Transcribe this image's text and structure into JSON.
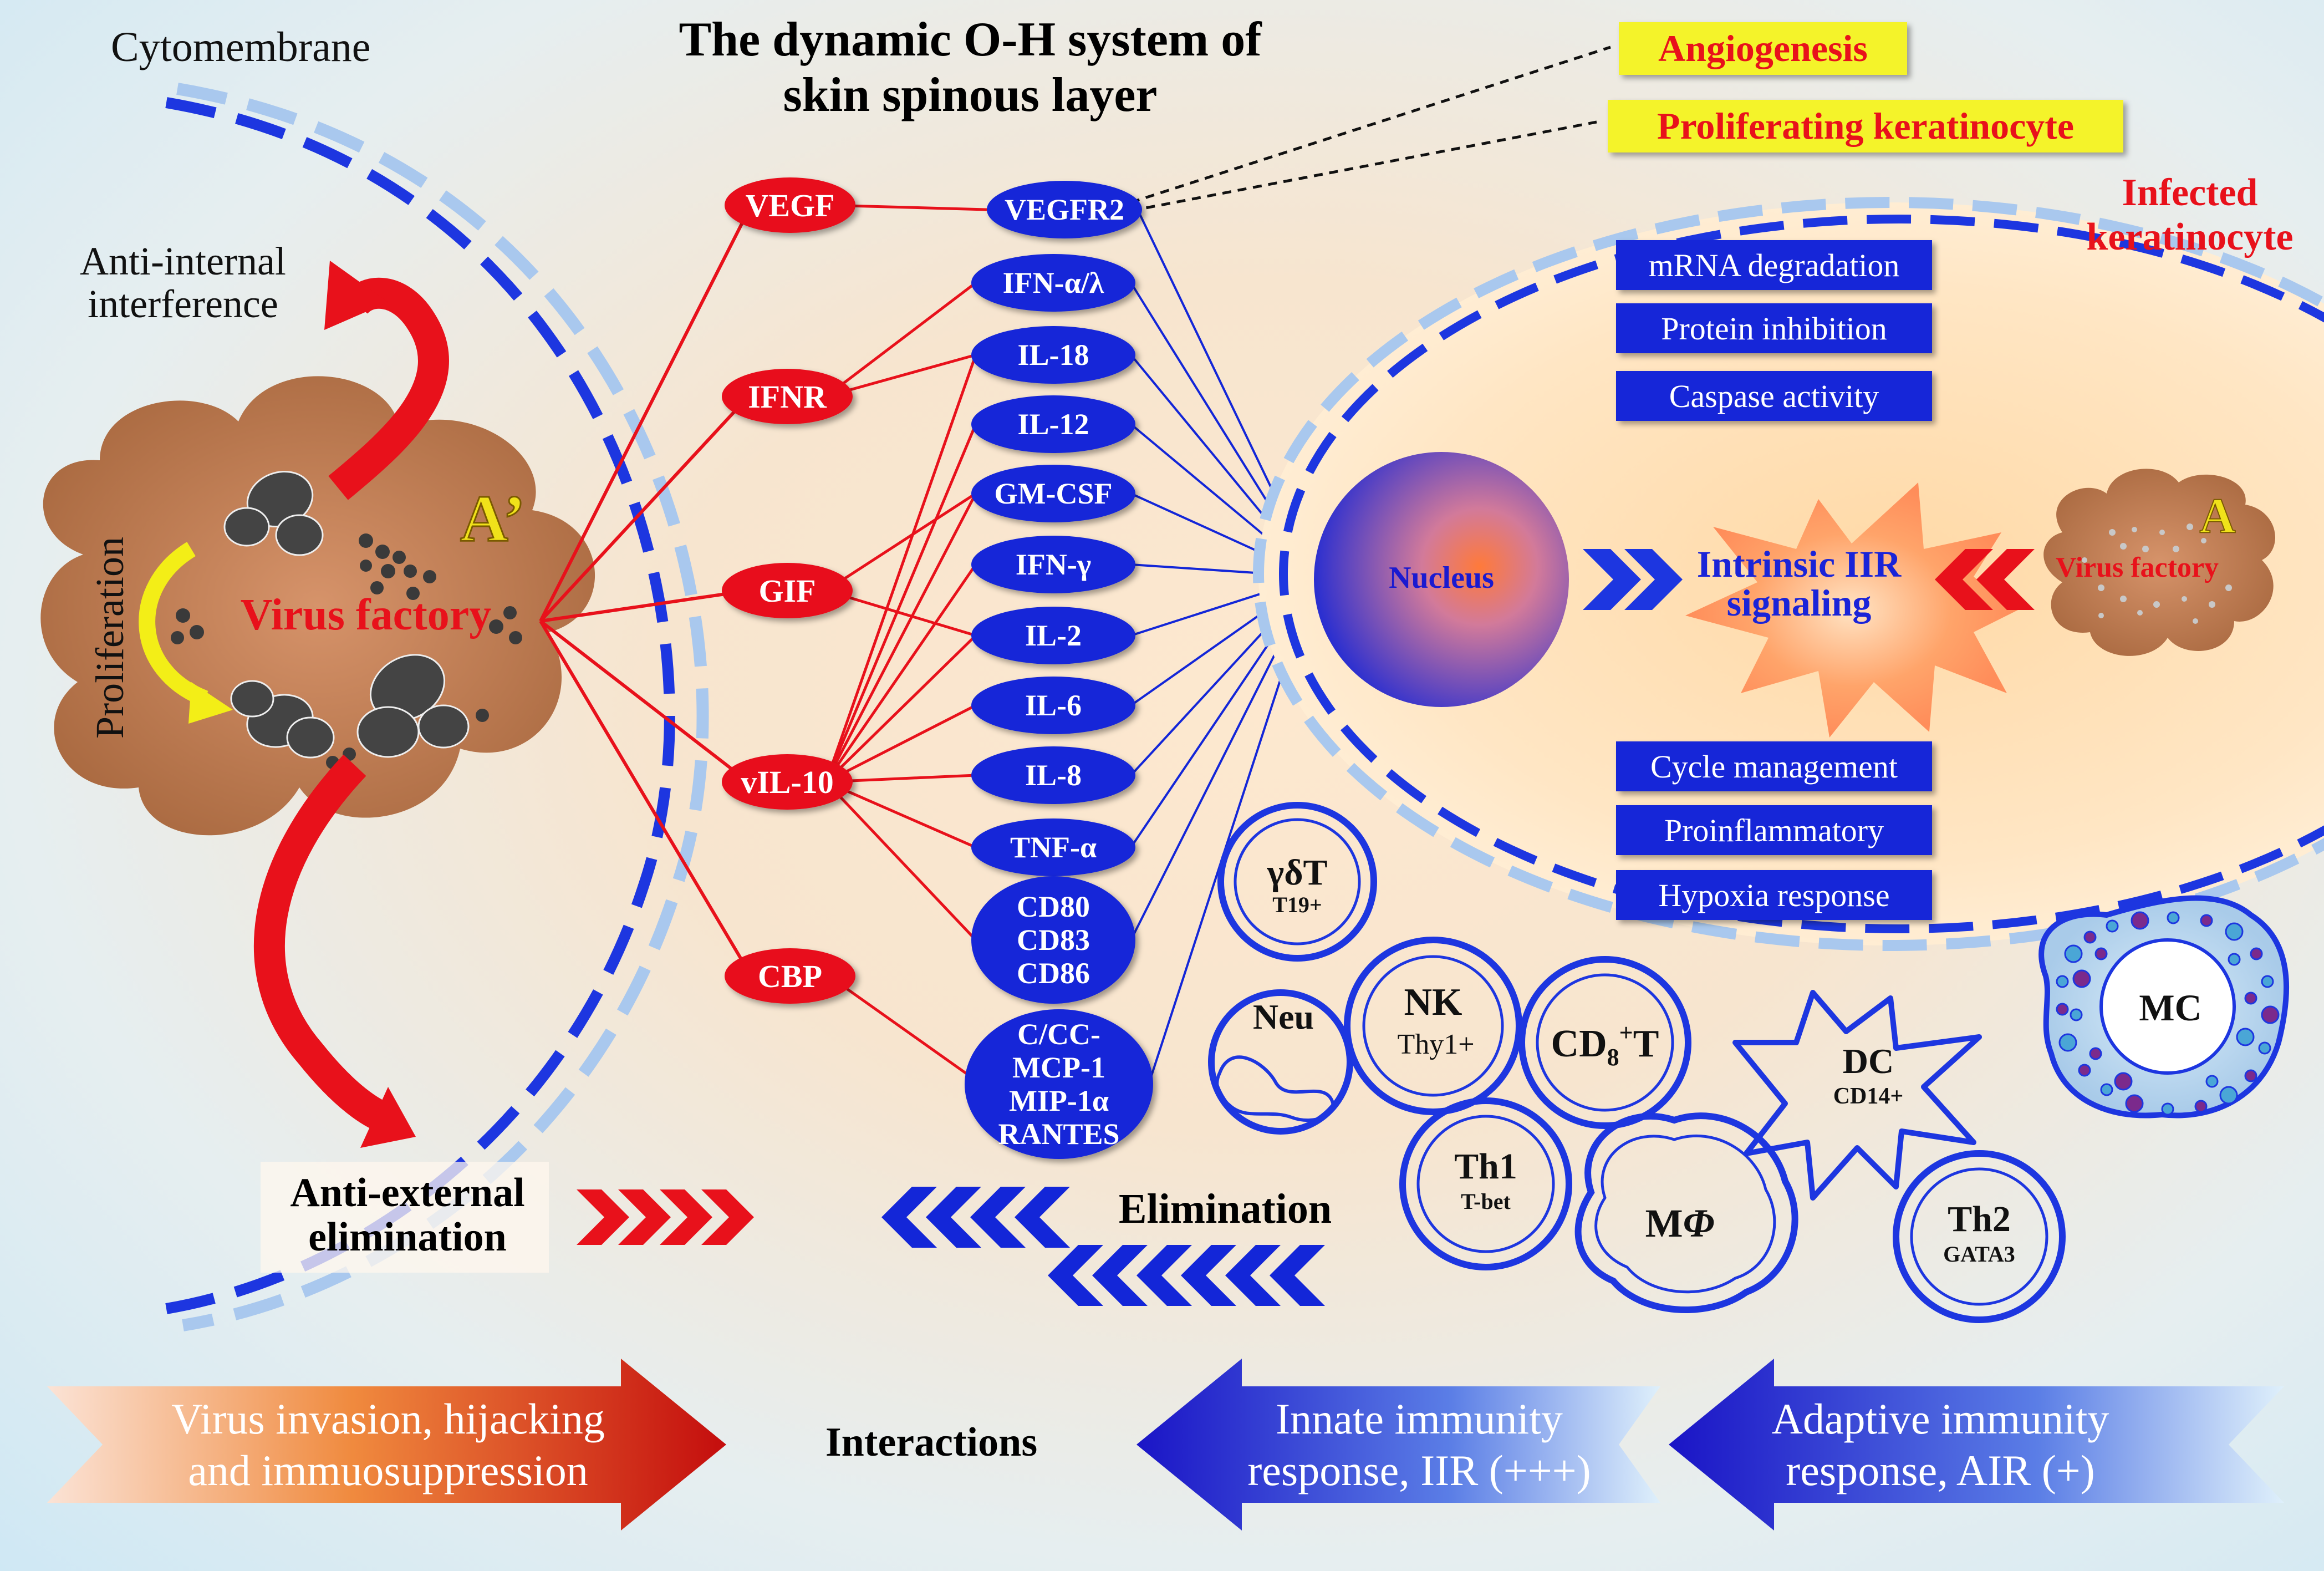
{
  "title": {
    "line1": "The dynamic O-H system of",
    "line2": "skin spinous layer"
  },
  "cytomembrane_label": "Cytomembrane",
  "left": {
    "anti_internal": {
      "line1": "Anti-internal",
      "line2": "interference"
    },
    "proliferation": "Proliferation",
    "virus_factory": "Virus factory",
    "a_prime": "A’",
    "anti_external": {
      "line1": "Anti-external",
      "line2": "elimination"
    }
  },
  "viral_proteins": [
    {
      "id": "vegf",
      "label": "VEGF"
    },
    {
      "id": "ifnr",
      "label": "IFNR"
    },
    {
      "id": "gif",
      "label": "GIF"
    },
    {
      "id": "vil10",
      "label": "vIL-10"
    },
    {
      "id": "cbp",
      "label": "CBP"
    }
  ],
  "host_factors": [
    {
      "id": "vegfr2",
      "lines": [
        "VEGFR2"
      ]
    },
    {
      "id": "ifnal",
      "lines": [
        "IFN-α/λ"
      ]
    },
    {
      "id": "il18",
      "lines": [
        "IL-18"
      ]
    },
    {
      "id": "il12",
      "lines": [
        "IL-12"
      ]
    },
    {
      "id": "gmcsf",
      "lines": [
        "GM-CSF"
      ]
    },
    {
      "id": "ifng",
      "lines": [
        "IFN-γ"
      ]
    },
    {
      "id": "il2",
      "lines": [
        "IL-2"
      ]
    },
    {
      "id": "il6",
      "lines": [
        "IL-6"
      ]
    },
    {
      "id": "il8",
      "lines": [
        "IL-8"
      ]
    },
    {
      "id": "tnfa",
      "lines": [
        "TNF-α"
      ]
    },
    {
      "id": "cd80",
      "lines": [
        "CD80",
        "CD83",
        "CD86"
      ]
    },
    {
      "id": "ccl",
      "lines": [
        "C/CC-",
        "MCP-1",
        "MIP-1α",
        "RANTES"
      ]
    }
  ],
  "outcomes": {
    "angiogenesis": "Angiogenesis",
    "proliferating": "Proliferating keratinocyte"
  },
  "infected_cell": {
    "label": {
      "line1": "Infected",
      "line2": "keratinocyte"
    },
    "nucleus": "Nucleus",
    "signaling": {
      "line1": "Intrinsic IIR",
      "line2": "signaling"
    },
    "virus_factory": "Virus factory",
    "a_label": "A",
    "responses": [
      "mRNA degradation",
      "Protein inhibition",
      "Caspase activity",
      "Cycle management",
      "Proinflammatory",
      "Hypoxia response"
    ]
  },
  "immune_cells": {
    "gdt": {
      "name": "γδT",
      "marker": "T19+"
    },
    "neu": {
      "name": "Neu"
    },
    "nk": {
      "name": "NK",
      "marker": "Thy1+"
    },
    "cd8": {
      "name": "CD",
      "sub": "8",
      "sup": "+",
      "suffix": "T"
    },
    "th1": {
      "name": "Th1",
      "marker": "T-bet"
    },
    "mphi": {
      "name": "M",
      "greek": "Φ"
    },
    "dc": {
      "name": "DC",
      "marker": "CD14+"
    },
    "th2": {
      "name": "Th2",
      "marker": "GATA3"
    },
    "mc": {
      "name": "MC"
    }
  },
  "elimination": "Elimination",
  "bottom": {
    "virus": {
      "line1": "Virus invasion, hijacking",
      "line2": "and immuosuppression"
    },
    "interactions": "Interactions",
    "innate": {
      "line1": "Innate immunity",
      "line2": "response, IIR (+++)"
    },
    "adaptive": {
      "line1": "Adaptive immunity",
      "line2": "response, AIR (+)"
    }
  },
  "colors": {
    "red": "#e8111b",
    "blue": "#1326d8",
    "brown": "#b77a52",
    "yellow_hl": "#f4f32a"
  }
}
